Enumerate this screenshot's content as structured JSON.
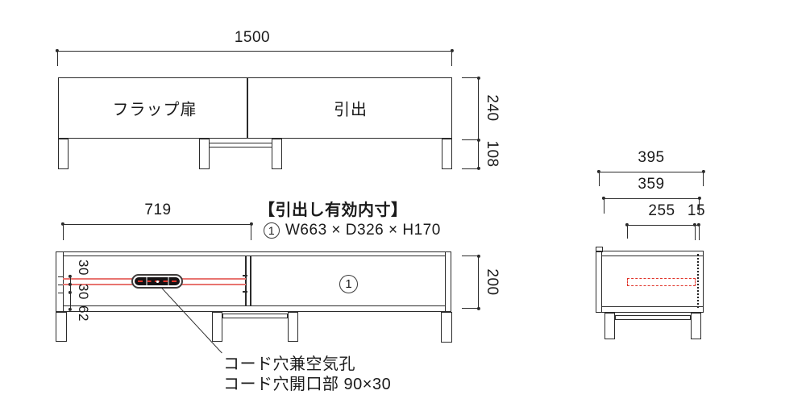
{
  "front_view": {
    "width_dim": "1500",
    "flap_label": "フラップ扉",
    "drawer_label": "引出",
    "body_height_dim": "240",
    "leg_height_dim": "108"
  },
  "open_view": {
    "flap_width_dim": "719",
    "inner_title": "【引出し有効内寸】",
    "spec_mark": "1",
    "spec_text": "W663 × D326 × H170",
    "drawer_mark": "1",
    "offset_dims": [
      "30",
      "30",
      "62"
    ],
    "body_height_dim": "200",
    "note_line1": "コード穴兼空気孔",
    "note_line2": "コード穴開口部 90×30"
  },
  "side_view": {
    "depth_dim": "395",
    "inner_depth_dim": "359",
    "hole_depth_dim": "255",
    "gap_dim": "15"
  },
  "colors": {
    "line": "#2b2b2b",
    "red_line": "#e87470",
    "red_dash": "#e03228"
  }
}
